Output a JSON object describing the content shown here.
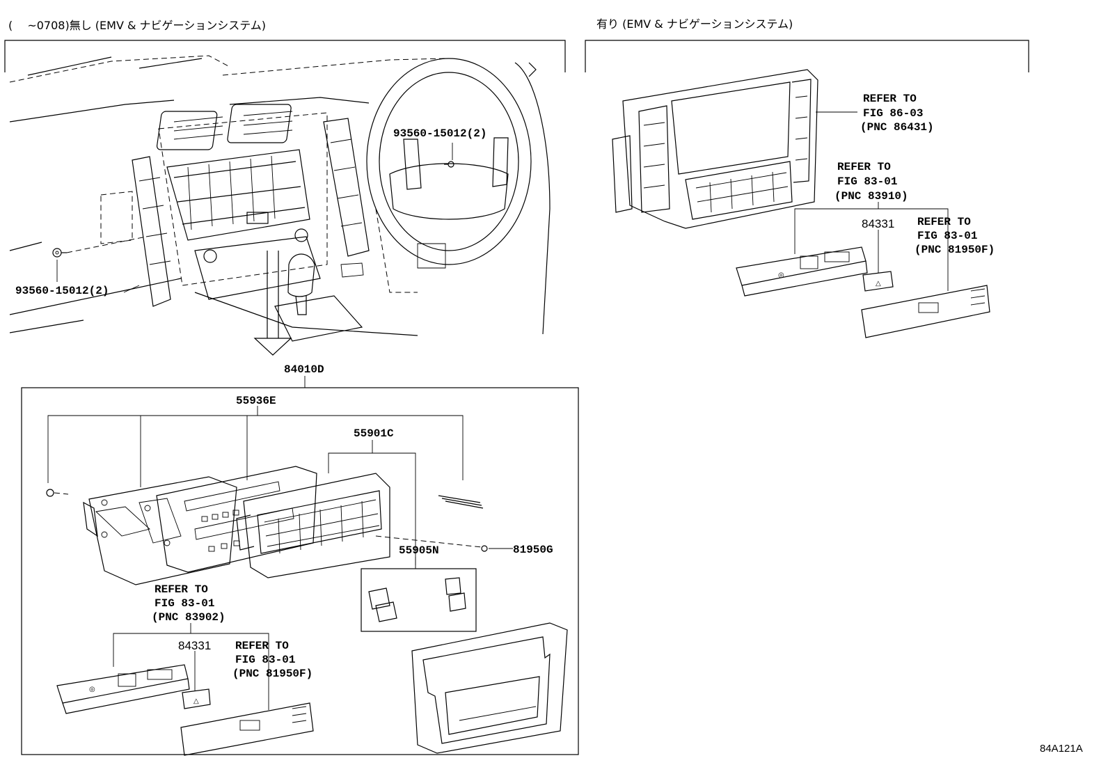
{
  "headers": {
    "left": "(　 ~0708)無し (EMV & ナビゲーションシステム)",
    "right": "有り (EMV & ナビゲーションシステム)"
  },
  "parts": {
    "bolt_upper": "93560-15012(2)",
    "bolt_lower": "93560-15012(2)",
    "assembly": "84010D",
    "p55936e": "55936E",
    "p55901c": "55901C",
    "p55905n": "55905N",
    "p81950g": "81950G",
    "p84331_left": "84331",
    "p84331_right": "84331"
  },
  "refs": {
    "left_83902": [
      "REFER TO",
      "FIG 83-01",
      "(PNC 83902)"
    ],
    "left_81950f": [
      "REFER TO",
      "FIG 83-01",
      "(PNC 81950F)"
    ],
    "right_86431": [
      "REFER TO",
      "FIG 86-03",
      "(PNC 86431)"
    ],
    "right_83910": [
      "REFER TO",
      "FIG 83-01",
      "(PNC 83910)"
    ],
    "right_81950f": [
      "REFER TO",
      "FIG 83-01",
      "(PNC 81950F)"
    ]
  },
  "figure_id": "84A121A"
}
